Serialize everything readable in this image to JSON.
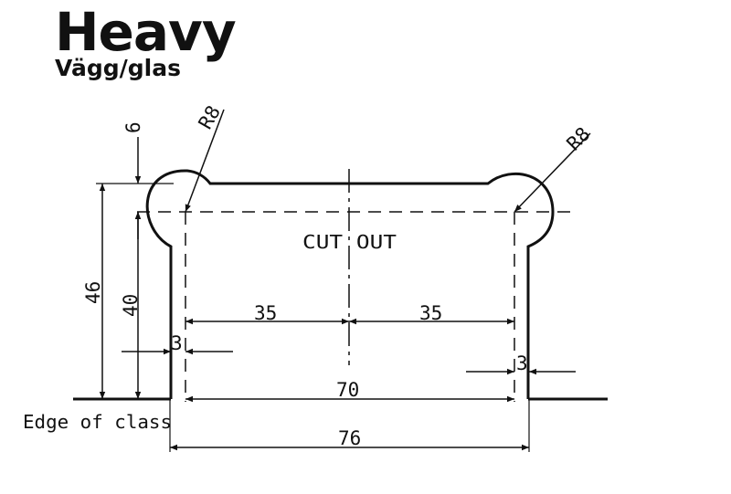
{
  "brand": {
    "title": "Heavy",
    "subtitle": "Vägg/glas"
  },
  "drawing": {
    "cut_out_label": "CUT OUT",
    "edge_label": "Edge of class",
    "radius_left": "R8",
    "radius_right": "R8",
    "dims": {
      "top_offset": "6",
      "total_height": "46",
      "inner_height": "40",
      "half_left": "35",
      "half_right": "35",
      "gap_left": "3",
      "gap_right": "3",
      "inner_width": "70",
      "outer_width": "76"
    }
  }
}
